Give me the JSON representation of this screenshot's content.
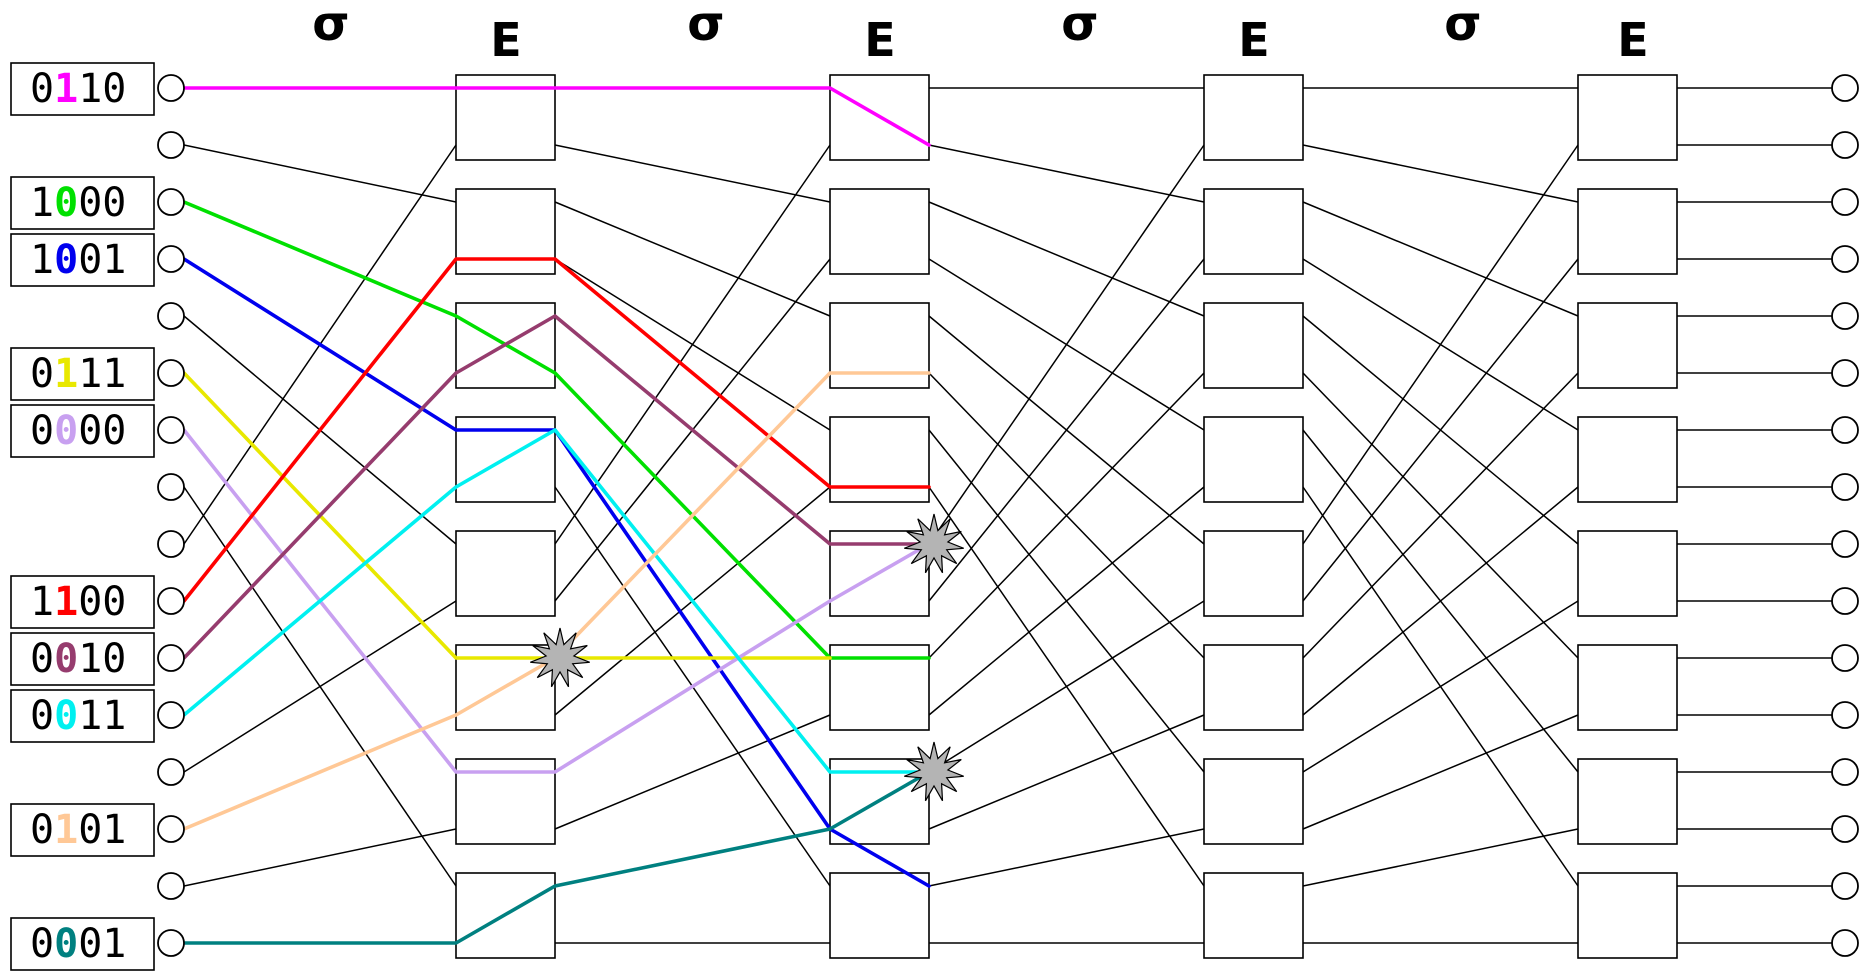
{
  "header": {
    "labels": [
      "σ",
      "E",
      "σ",
      "E",
      "σ",
      "E",
      "σ",
      "E"
    ]
  },
  "addresses": [
    {
      "input": 0,
      "prefix": "0",
      "bit": "1",
      "suffix": "10",
      "color": "#ff00ff"
    },
    {
      "input": 2,
      "prefix": "1",
      "bit": "0",
      "suffix": "00",
      "color": "#00e000"
    },
    {
      "input": 3,
      "prefix": "1",
      "bit": "0",
      "suffix": "01",
      "color": "#0000ee"
    },
    {
      "input": 5,
      "prefix": "0",
      "bit": "1",
      "suffix": "11",
      "color": "#e8e800"
    },
    {
      "input": 6,
      "prefix": "0",
      "bit": "0",
      "suffix": "00",
      "color": "#c8a0f0"
    },
    {
      "input": 9,
      "prefix": "1",
      "bit": "1",
      "suffix": "00",
      "color": "#ff0000"
    },
    {
      "input": 10,
      "prefix": "0",
      "bit": "0",
      "suffix": "10",
      "color": "#963c6e"
    },
    {
      "input": 11,
      "prefix": "0",
      "bit": "0",
      "suffix": "11",
      "color": "#00f0f0"
    },
    {
      "input": 13,
      "prefix": "0",
      "bit": "1",
      "suffix": "01",
      "color": "#ffc896"
    },
    {
      "input": 15,
      "prefix": "0",
      "bit": "0",
      "suffix": "01",
      "color": "#008080"
    }
  ],
  "network": {
    "ports": 16,
    "stages": 4,
    "switches_per_stage": 8,
    "shuffle": "perfect-shuffle"
  },
  "paths": [
    {
      "color": "#ff00ff",
      "route": [
        [
          "in",
          0
        ],
        [
          "s0in",
          0
        ],
        [
          "s0out",
          0
        ],
        [
          "s1in",
          0
        ],
        [
          "s1out",
          1
        ]
      ]
    },
    {
      "color": "#00e000",
      "route": [
        [
          "in",
          2
        ],
        [
          "s0in",
          4
        ],
        [
          "s0out",
          5
        ],
        [
          "s1in",
          10
        ],
        [
          "s1out",
          10
        ]
      ]
    },
    {
      "color": "#0000ee",
      "route": [
        [
          "in",
          3
        ],
        [
          "s0in",
          6
        ],
        [
          "s0out",
          6
        ],
        [
          "s1in",
          13
        ],
        [
          "s1out",
          14
        ]
      ]
    },
    {
      "color": "#e8e800",
      "route": [
        [
          "in",
          5
        ],
        [
          "s0in",
          10
        ],
        [
          "s0out",
          10
        ],
        [
          "s1in",
          10
        ]
      ]
    },
    {
      "color": "#c8a0f0",
      "route": [
        [
          "in",
          6
        ],
        [
          "s0in",
          12
        ],
        [
          "s0out",
          12
        ],
        [
          "s1in",
          9
        ],
        [
          "s1out",
          8
        ]
      ]
    },
    {
      "color": "#ff0000",
      "route": [
        [
          "in",
          9
        ],
        [
          "s0in",
          3
        ],
        [
          "s0out",
          3
        ],
        [
          "s1in",
          7
        ],
        [
          "s1out",
          7
        ]
      ]
    },
    {
      "color": "#963c6e",
      "route": [
        [
          "in",
          10
        ],
        [
          "s0in",
          5
        ],
        [
          "s0out",
          4
        ],
        [
          "s1in",
          8
        ],
        [
          "s1out",
          8
        ]
      ]
    },
    {
      "color": "#00f0f0",
      "route": [
        [
          "in",
          11
        ],
        [
          "s0in",
          7
        ],
        [
          "s0out",
          6
        ],
        [
          "s1in",
          12
        ],
        [
          "s1out",
          12
        ]
      ]
    },
    {
      "color": "#ffc896",
      "route": [
        [
          "in",
          13
        ],
        [
          "s0in",
          11
        ],
        [
          "s0out",
          10
        ],
        [
          "s1in",
          5
        ],
        [
          "s1out",
          5
        ]
      ]
    },
    {
      "color": "#008080",
      "route": [
        [
          "in",
          15
        ],
        [
          "s0in",
          15
        ],
        [
          "s0out",
          14
        ],
        [
          "s1in",
          13
        ],
        [
          "s1out",
          12
        ]
      ]
    }
  ],
  "conflicts": [
    {
      "stage": 0,
      "output": 10
    },
    {
      "stage": 1,
      "output": 8
    },
    {
      "stage": 1,
      "output": 12
    }
  ]
}
